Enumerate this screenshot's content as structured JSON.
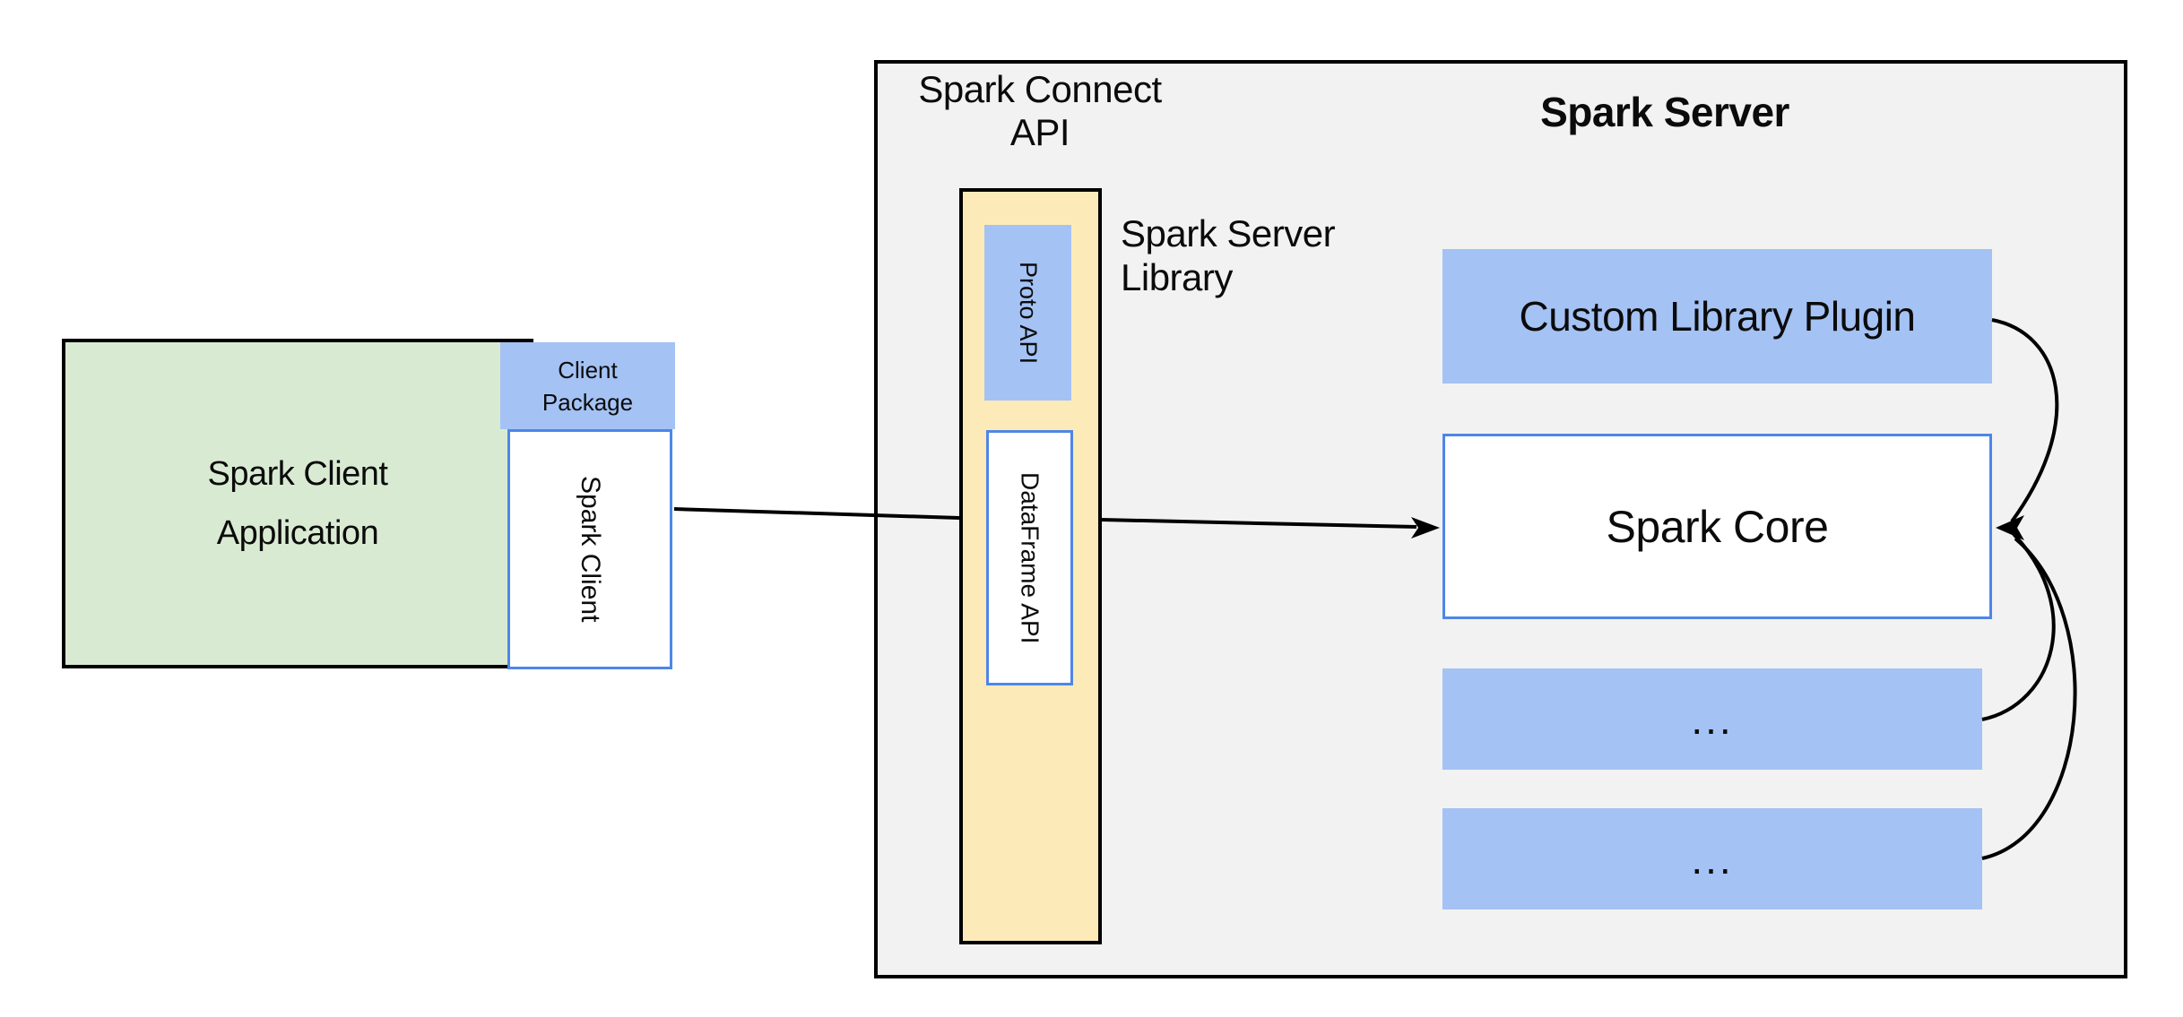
{
  "diagram": {
    "client_app": {
      "lines": [
        "Spark Client",
        "Application"
      ]
    },
    "client_package": {
      "lines": [
        "Client",
        "Package"
      ]
    },
    "spark_client": {
      "label": "Spark Client"
    },
    "connect_api_heading": {
      "lines": [
        "Spark Connect",
        "API"
      ]
    },
    "server_library": {
      "proto_label": "Proto API",
      "dataframe_label": "DataFrame API"
    },
    "server_library_caption": {
      "lines": [
        "Spark Server",
        "Library"
      ]
    },
    "server": {
      "title": "Spark Server",
      "plugin_label": "Custom Library Plugin",
      "core_label": "Spark Core",
      "modules": [
        "...",
        "..."
      ]
    },
    "colors": {
      "client_app_fill": "#d9ead3",
      "blue_fill": "#a4c2f4",
      "library_fill": "#fcebb8",
      "server_fill": "#f2f2f2",
      "blue_border": "#4e86e8",
      "line_color": "#000000"
    }
  }
}
